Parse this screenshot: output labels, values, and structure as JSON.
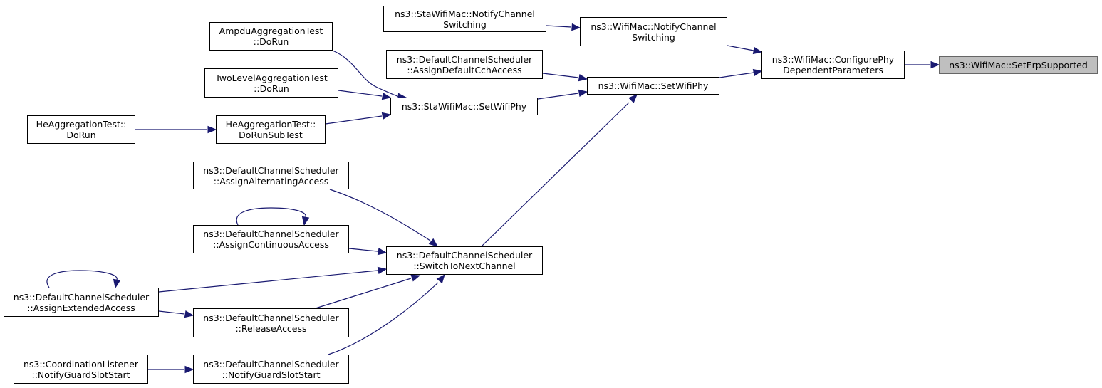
{
  "diagram": {
    "type": "doxygen-caller-graph",
    "edge_color": "#191970",
    "root_fill": "#bfbfbf",
    "nodes": [
      {
        "id": "set_erp",
        "lines": [
          "ns3::WifiMac::SetErpSupported"
        ],
        "root": true
      },
      {
        "id": "configure_phy",
        "lines": [
          "ns3::WifiMac::ConfigurePhy",
          "DependentParameters"
        ]
      },
      {
        "id": "mac_notify",
        "lines": [
          "ns3::WifiMac::NotifyChannel",
          "Switching"
        ]
      },
      {
        "id": "sta_notify",
        "lines": [
          "ns3::StaWifiMac::NotifyChannel",
          "Switching"
        ]
      },
      {
        "id": "mac_setphy",
        "lines": [
          "ns3::WifiMac::SetWifiPhy"
        ]
      },
      {
        "id": "assign_cch",
        "lines": [
          "ns3::DefaultChannelScheduler",
          "::AssignDefaultCchAccess"
        ]
      },
      {
        "id": "sta_setphy",
        "lines": [
          "ns3::StaWifiMac::SetWifiPhy"
        ]
      },
      {
        "id": "ampdu",
        "lines": [
          "AmpduAggregationTest",
          "::DoRun"
        ]
      },
      {
        "id": "twolevel",
        "lines": [
          "TwoLevelAggregationTest",
          "::DoRun"
        ]
      },
      {
        "id": "he_sub",
        "lines": [
          "HeAggregationTest::",
          "DoRunSubTest"
        ]
      },
      {
        "id": "he_run",
        "lines": [
          "HeAggregationTest::",
          "DoRun"
        ]
      },
      {
        "id": "switch_next",
        "lines": [
          "ns3::DefaultChannelScheduler",
          "::SwitchToNextChannel"
        ]
      },
      {
        "id": "assign_alt",
        "lines": [
          "ns3::DefaultChannelScheduler",
          "::AssignAlternatingAccess"
        ]
      },
      {
        "id": "assign_cont",
        "lines": [
          "ns3::DefaultChannelScheduler",
          "::AssignContinuousAccess"
        ]
      },
      {
        "id": "assign_ext",
        "lines": [
          "ns3::DefaultChannelScheduler",
          "::AssignExtendedAccess"
        ]
      },
      {
        "id": "release",
        "lines": [
          "ns3::DefaultChannelScheduler",
          "::ReleaseAccess"
        ]
      },
      {
        "id": "sched_guard",
        "lines": [
          "ns3::DefaultChannelScheduler",
          "::NotifyGuardSlotStart"
        ]
      },
      {
        "id": "coord_guard",
        "lines": [
          "ns3::CoordinationListener",
          "::NotifyGuardSlotStart"
        ]
      }
    ],
    "edges": [
      {
        "from": "configure_phy",
        "to": "set_erp"
      },
      {
        "from": "mac_notify",
        "to": "configure_phy"
      },
      {
        "from": "mac_setphy",
        "to": "configure_phy"
      },
      {
        "from": "sta_notify",
        "to": "mac_notify"
      },
      {
        "from": "assign_cch",
        "to": "mac_setphy"
      },
      {
        "from": "sta_setphy",
        "to": "mac_setphy"
      },
      {
        "from": "switch_next",
        "to": "mac_setphy"
      },
      {
        "from": "ampdu",
        "to": "sta_setphy"
      },
      {
        "from": "twolevel",
        "to": "sta_setphy"
      },
      {
        "from": "he_sub",
        "to": "sta_setphy"
      },
      {
        "from": "he_run",
        "to": "he_sub"
      },
      {
        "from": "assign_alt",
        "to": "switch_next"
      },
      {
        "from": "assign_cont",
        "to": "switch_next"
      },
      {
        "from": "assign_cont",
        "to": "assign_cont"
      },
      {
        "from": "assign_ext",
        "to": "switch_next"
      },
      {
        "from": "assign_ext",
        "to": "assign_ext"
      },
      {
        "from": "assign_ext",
        "to": "release"
      },
      {
        "from": "release",
        "to": "switch_next"
      },
      {
        "from": "sched_guard",
        "to": "switch_next"
      },
      {
        "from": "coord_guard",
        "to": "sched_guard"
      }
    ]
  }
}
